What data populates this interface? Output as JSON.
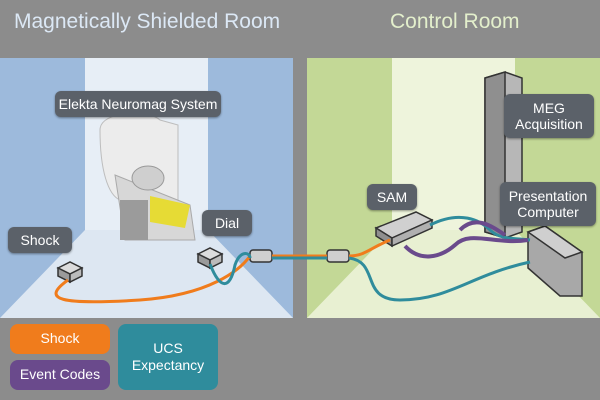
{
  "titles": {
    "left": "Magnetically Shielded Room",
    "right": "Control Room"
  },
  "labels": {
    "elekta": "Elekta Neuromag System",
    "shock": "Shock",
    "dial": "Dial",
    "sam": "SAM",
    "meg": "MEG Acquisition",
    "presentation": "Presentation Computer"
  },
  "legend": {
    "shock": "Shock",
    "event_codes": "Event Codes",
    "ucs": "UCS Expectancy"
  },
  "colors": {
    "shock": "#f07c1c",
    "event_codes": "#6a4a8c",
    "ucs": "#2f8c9c",
    "label_bg": "#5b6169"
  }
}
